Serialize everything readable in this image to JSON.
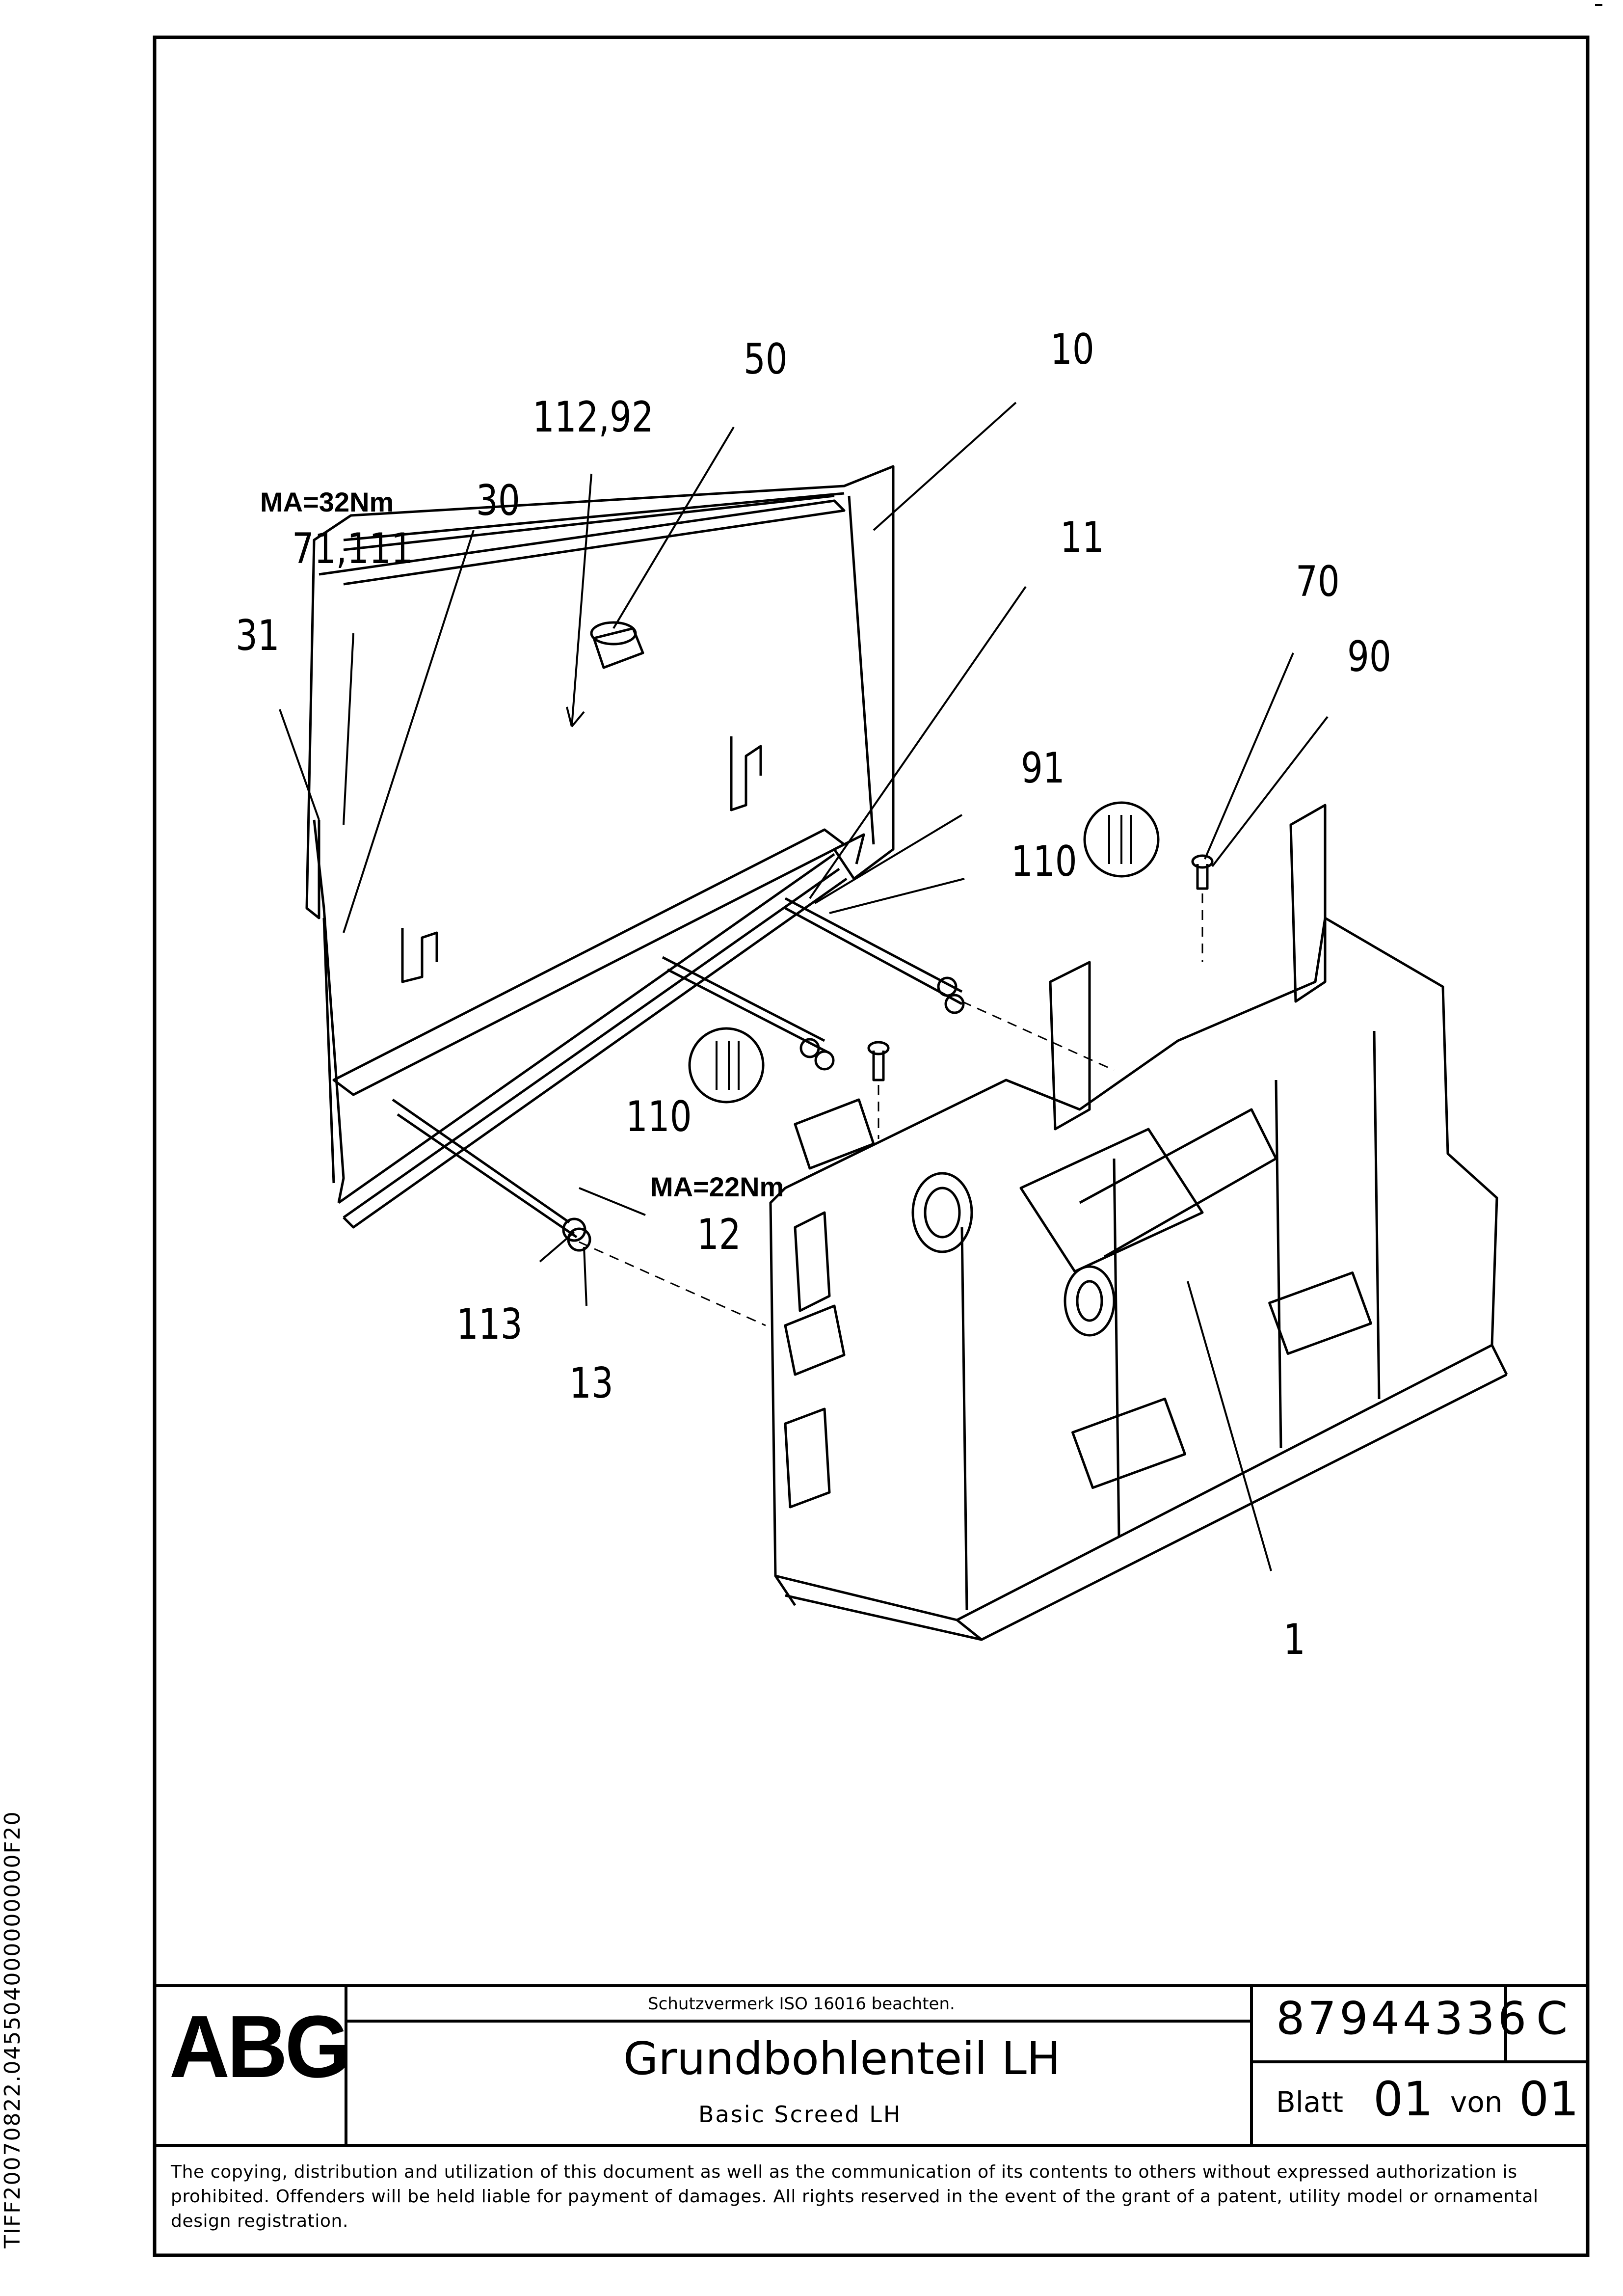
{
  "side_code": "TIFF20070822.045504000000000F20",
  "title_block": {
    "logo": "ABG",
    "notice": "Schutzvermerk ISO 16016 beachten.",
    "title_de": "Grundbohlenteil LH",
    "title_en": "Basic Screed LH",
    "document_number": "87944336",
    "revision": "C",
    "sheet_label": "Blatt",
    "sheet_number": "01",
    "of_label": "von",
    "of_number": "01"
  },
  "copyright": "The copying, distribution and utilization of this document as well as the communication of its contents to others without expressed authorization is prohibited. Offenders will be held liable for payment of damages. All rights reserved in the event of the grant of a patent, utility model or ornamental design registration.",
  "callouts": {
    "c50": "50",
    "c10": "10",
    "c112_92": "112,92",
    "c30": "30",
    "c71_111": "71,111",
    "c11": "11",
    "c70": "70",
    "c31": "31",
    "c90": "90",
    "c91": "91",
    "c110_top": "110",
    "c110_mid": "110",
    "c12": "12",
    "c113": "113",
    "c13": "13",
    "c1": "1"
  },
  "torques": {
    "t32": "MA=32Nm",
    "t22": "MA=22Nm"
  }
}
